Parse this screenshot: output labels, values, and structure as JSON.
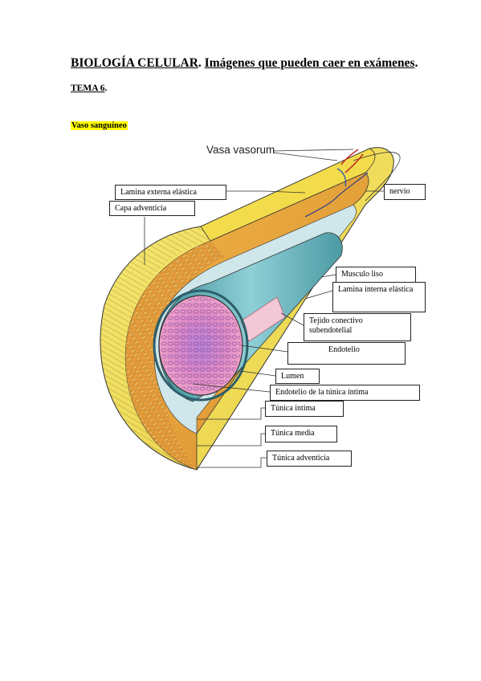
{
  "header": {
    "title_part1": "BIOLOGÍA CELULAR",
    "title_part2": "Imágenes que pueden caer en exámenes",
    "punct": ".",
    "topic": "TEMA 6",
    "section": "Vaso sanguíneo"
  },
  "figure": {
    "top_label": "Vasa vasorum",
    "labels": {
      "lamina_externa": "Lamina externa elástica",
      "capa_adventicia": "Capa adventicia",
      "nervio": "nervio",
      "musculo_liso": "Musculo liso",
      "lamina_interna": "Lamina interna elástica",
      "tejido_conectivo": "Tejido conectivo subendotelial",
      "endotelio": "Endotelio",
      "lumen": "Lumen",
      "endotelio_intima": "Endotelio de la túnica íntima",
      "tunica_intima": "Túnica intima",
      "tunica_media": "Túnica media",
      "tunica_adventicia": "Túnica adventicia"
    },
    "colors": {
      "adventitia": "#f4e15a",
      "media": "#e8a33c",
      "elastic": "#c8e0e6",
      "muscle": "#d9546a",
      "intima": "#5aaab4",
      "lumen": "#e68fc0"
    }
  }
}
